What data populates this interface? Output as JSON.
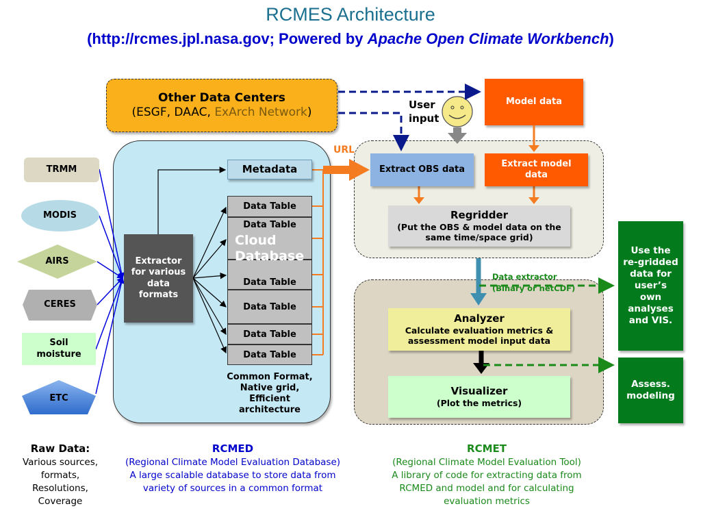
{
  "title": "RCMES Architecture",
  "subtitle": {
    "pre": "(http://rcmes.jpl.nasa.gov; Powered by ",
    "italic": "Apache Open Climate Workbench",
    "post": ")"
  },
  "other_centers": {
    "title": "Other Data Centers",
    "line_pre": "(ESGF, DAAC, ",
    "line_link": "ExArch Network",
    "line_post": ")"
  },
  "user_input": "User input",
  "model_data": "Model data",
  "url_label": "URL",
  "sources": [
    "TRMM",
    "MODIS",
    "AIRS",
    "CERES",
    "Soil moisture",
    "ETC"
  ],
  "extractor": "Extractor for various data formats",
  "metadata": "Metadata",
  "data_tables": [
    "Data Table",
    "Data Table",
    "Data Table",
    "Data Table",
    "Data Table",
    "Data Table"
  ],
  "cloud_db": "Cloud Database",
  "common_format": "Common Format, Native grid, Efficient architecture",
  "extract_obs": "Extract OBS data",
  "extract_model": "Extract model data",
  "regridder": {
    "title": "Regridder",
    "desc": "(Put the OBS & model data on the same time/space grid)"
  },
  "data_extractor": {
    "line1": "Data extractor",
    "line2": "(Binary or netCDF)"
  },
  "analyzer": {
    "title": "Analyzer",
    "desc": "Calculate evaluation metrics & assessment model input data"
  },
  "visualizer": {
    "title": "Visualizer",
    "desc": "(Plot the metrics)"
  },
  "use_regridded": "Use the re-gridded data for user’s own analyses and VIS.",
  "assess_modeling": "Assess. modeling",
  "footer": {
    "raw": {
      "title": "Raw Data:",
      "desc": "Various sources, formats, Resolutions, Coverage"
    },
    "rcmed": {
      "title": "RCMED",
      "line1": "(Regional Climate Model Evaluation Database)",
      "line2": "A large scalable database to store data from variety of sources in a common format"
    },
    "rcmet": {
      "title": "RCMET",
      "line1": "(Regional Climate Model Evaluation Tool)",
      "line2": "A library of code for extracting data from RCMED and model and for calculating evaluation metrics"
    }
  },
  "colors": {
    "orange": "#ff5a00",
    "green": "#037a1c",
    "blue": "#0000cc",
    "teal": "#1b6f8f"
  }
}
